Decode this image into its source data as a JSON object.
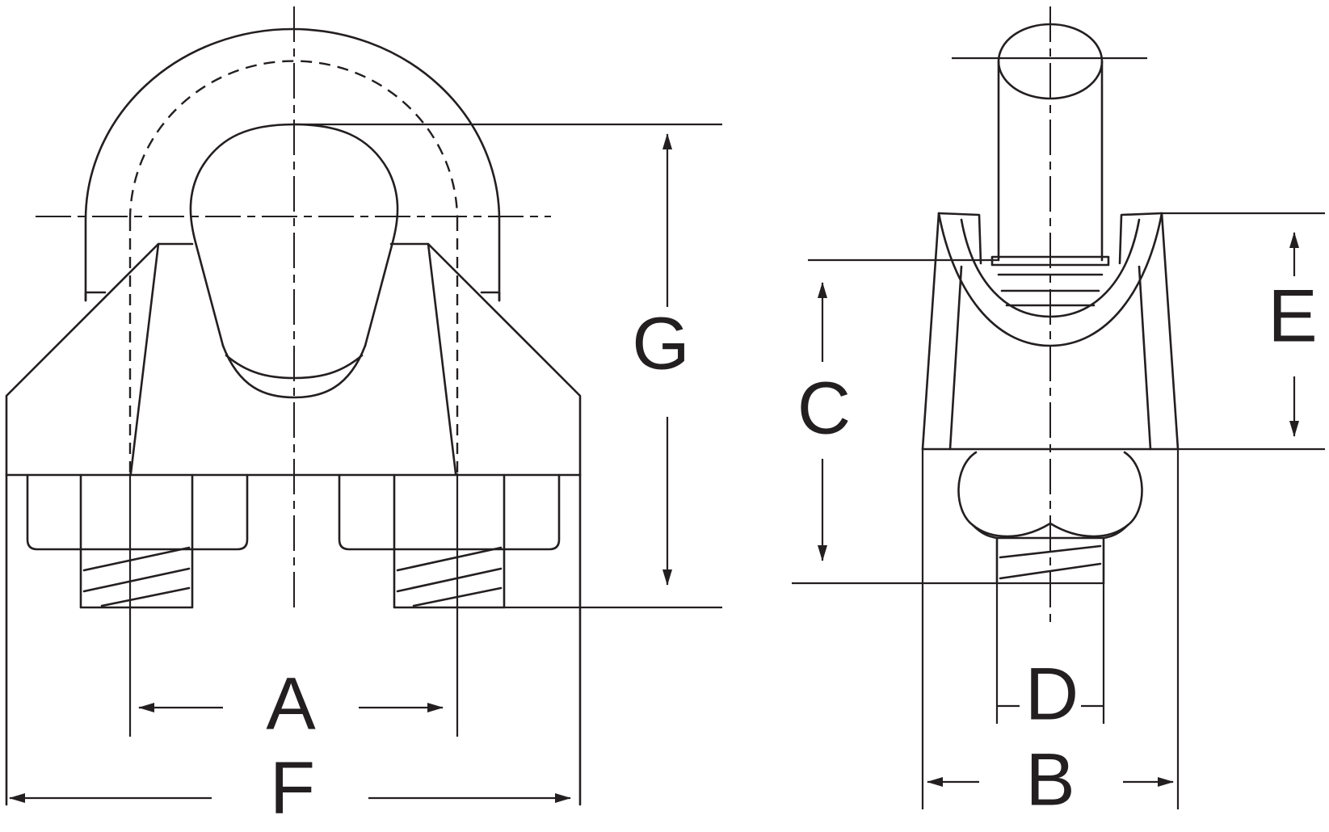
{
  "diagram": {
    "dimension_labels": {
      "A": "A",
      "B": "B",
      "C": "C",
      "D": "D",
      "E": "E",
      "F": "F",
      "G": "G"
    }
  }
}
